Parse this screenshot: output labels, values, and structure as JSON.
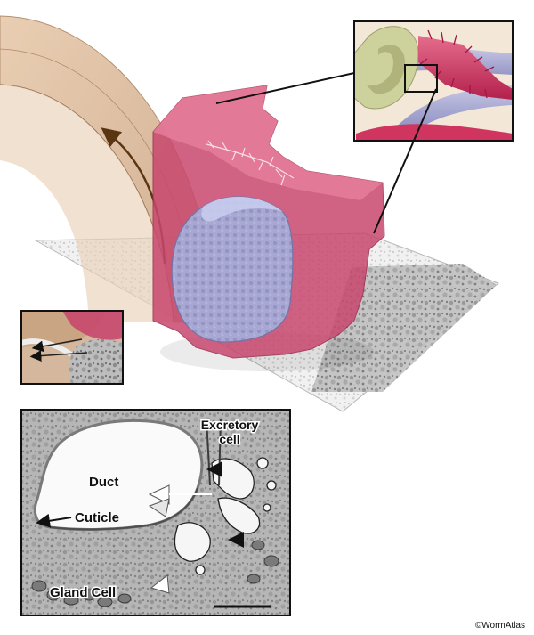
{
  "labels": {
    "excretory_cell": "Excretory cell",
    "duct": "Duct",
    "cuticle": "Cuticle",
    "gland_cell": "Gland Cell"
  },
  "credit": "©WormAtlas"
}
